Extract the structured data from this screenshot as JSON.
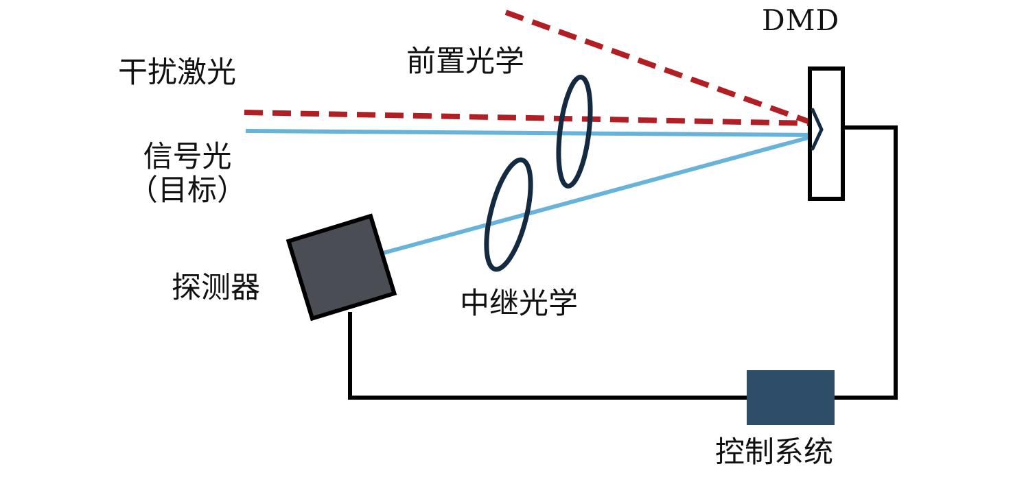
{
  "labels": {
    "dmd": "DMD",
    "interference_laser": "干扰激光",
    "front_optics": "前置光学",
    "signal_line1": "信号光",
    "signal_line2": "（目标）",
    "detector": "探测器",
    "relay_optics": "中继光学",
    "control_system": "控制系统"
  },
  "colors": {
    "interference_red": "#b11f24",
    "signal_blue": "#68b3d9",
    "lens_navy": "#132a40",
    "detector_gray": "#4a4e54",
    "control_blue": "#2d4d68",
    "wire_black": "#000000",
    "dmd_fill": "#ffffff",
    "dmd_border": "#000000",
    "background": "#ffffff"
  }
}
